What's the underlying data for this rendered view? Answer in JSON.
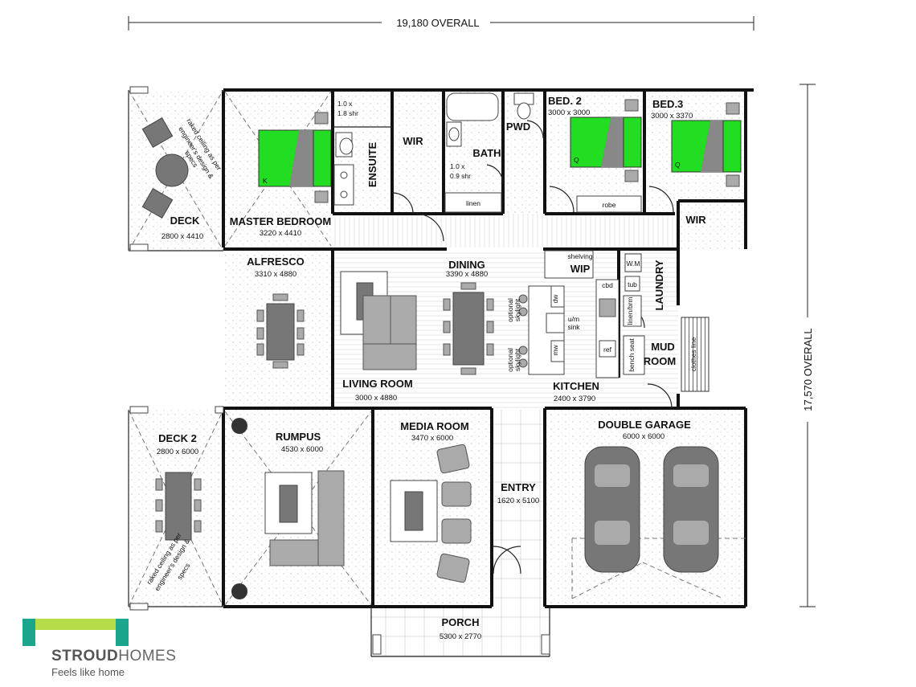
{
  "dimensions": {
    "overall_width": "19,180 OVERALL",
    "overall_depth": "17,570 OVERALL"
  },
  "rooms": {
    "master_bedroom": {
      "name": "MASTER BEDROOM",
      "size": "3220 x 4410"
    },
    "ensuite": {
      "name": "ENSUITE"
    },
    "wir_master": {
      "name": "WIR"
    },
    "bath": {
      "name": "BATH"
    },
    "pwd": {
      "name": "PWD"
    },
    "bed2": {
      "name": "BED. 2",
      "size": "3000 x 3000"
    },
    "bed3": {
      "name": "BED.3",
      "size": "3000 x 3370"
    },
    "wir_bed3": {
      "name": "WIR"
    },
    "deck": {
      "name": "DECK",
      "size": "2800 x 4410"
    },
    "alfresco": {
      "name": "ALFRESCO",
      "size": "3310 x 4880"
    },
    "dining": {
      "name": "DINING",
      "size": "3390 x 4880"
    },
    "wip": {
      "name": "WIP"
    },
    "laundry": {
      "name": "LAUNDRY"
    },
    "living_room": {
      "name": "LIVING ROOM",
      "size": "3000 x 4880"
    },
    "kitchen": {
      "name": "KITCHEN",
      "size": "2400 x 3790"
    },
    "mud_room": {
      "name_1": "MUD",
      "name_2": "ROOM"
    },
    "deck2": {
      "name": "DECK 2",
      "size": "2800 x 6000"
    },
    "rumpus": {
      "name": "RUMPUS",
      "size": "4530 x 6000"
    },
    "media_room": {
      "name": "MEDIA ROOM",
      "size": "3470 x 6000"
    },
    "entry": {
      "name": "ENTRY",
      "size": "1620 x 5100"
    },
    "double_garage": {
      "name": "DOUBLE GARAGE",
      "size": "6000 x 6000"
    },
    "porch": {
      "name": "PORCH",
      "size": "5300 x 2770"
    }
  },
  "notes": {
    "shower_ensuite_1": "1.0 x",
    "shower_ensuite_2": "1.8 shr",
    "shower_bath_1": "1.0 x",
    "shower_bath_2": "0.9 shr",
    "linen": "linen",
    "robe": "robe",
    "shelving": "shelving",
    "wm": "W.M",
    "tub": "tub",
    "linen_broom": "linen/brm",
    "bench_seat": "bench seat",
    "clothes_line": "clothes line",
    "skylight_1a": "optional",
    "skylight_1b": "skylight",
    "skylight_2a": "optional",
    "skylight_2b": "skylight",
    "dw": "dw",
    "mw": "mw",
    "sink_1": "u/m",
    "sink_2": "sink",
    "raked_deck_1": "raked ceiling as per",
    "raked_deck_2": "engineer's design &",
    "raked_deck_3": "specs",
    "raked_deck2_1": "raked ceiling as per",
    "raked_deck2_2": "engineer's design &",
    "raked_deck2_3": "specs",
    "bed_k": "K",
    "bed_q1": "Q",
    "bed_q2": "Q",
    "cbd": "cbd",
    "ref": "ref"
  },
  "brand": {
    "name_bold": "STROUD",
    "name_light": "HOMES",
    "tagline": "Feels like home",
    "logo_green": "#8ccc2a",
    "logo_teal": "#1aa58c"
  }
}
